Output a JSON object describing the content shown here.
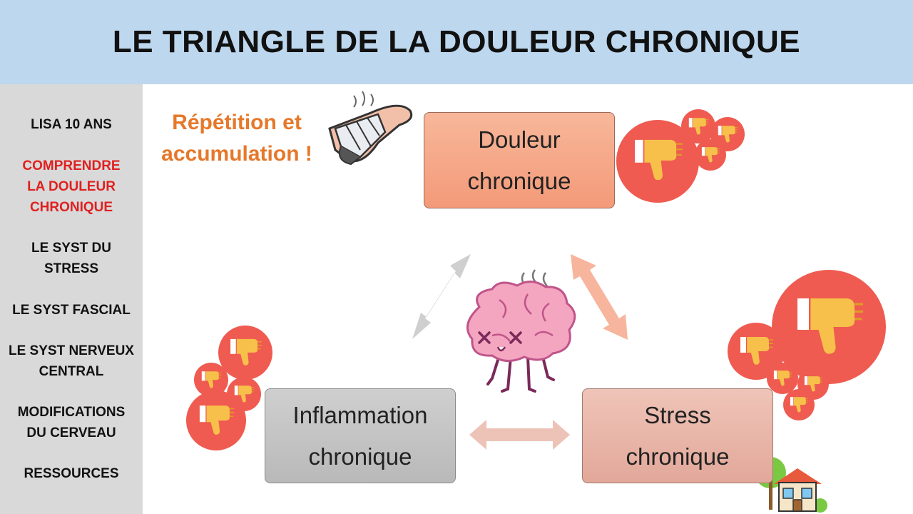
{
  "header": {
    "title": "LE TRIANGLE DE LA DOULEUR CHRONIQUE"
  },
  "sidebar": {
    "items": [
      {
        "label": "LISA 10 ANS",
        "active": false
      },
      {
        "label": "COMPRENDRE\nLA DOULEUR\nCHRONIQUE",
        "active": true
      },
      {
        "label": "LE SYST DU\nSTRESS",
        "active": false
      },
      {
        "label": "LE SYST FASCIAL",
        "active": false
      },
      {
        "label": "LE SYST NERVEUX\nCENTRAL",
        "active": false
      },
      {
        "label": "MODIFICATIONS\nDU CERVEAU",
        "active": false
      },
      {
        "label": "RESSOURCES",
        "active": false
      }
    ]
  },
  "diagram": {
    "callout": "Répétition et\naccumulation !",
    "nodes": {
      "pain": "Douleur\nchronique",
      "inflammation": "Inflammation\nchronique",
      "stress": "Stress\nchronique"
    },
    "icons": [
      "bandaged-foot-icon",
      "thumbs-down-icon",
      "sick-brain-icon",
      "house-icon"
    ],
    "colors": {
      "header_bg": "#bdd7ee",
      "sidebar_bg": "#d9d9d9",
      "active_nav": "#e02020",
      "callout": "#e6782a",
      "badge_red": "#ef5b50",
      "thumb_yellow": "#f7c04a"
    }
  }
}
